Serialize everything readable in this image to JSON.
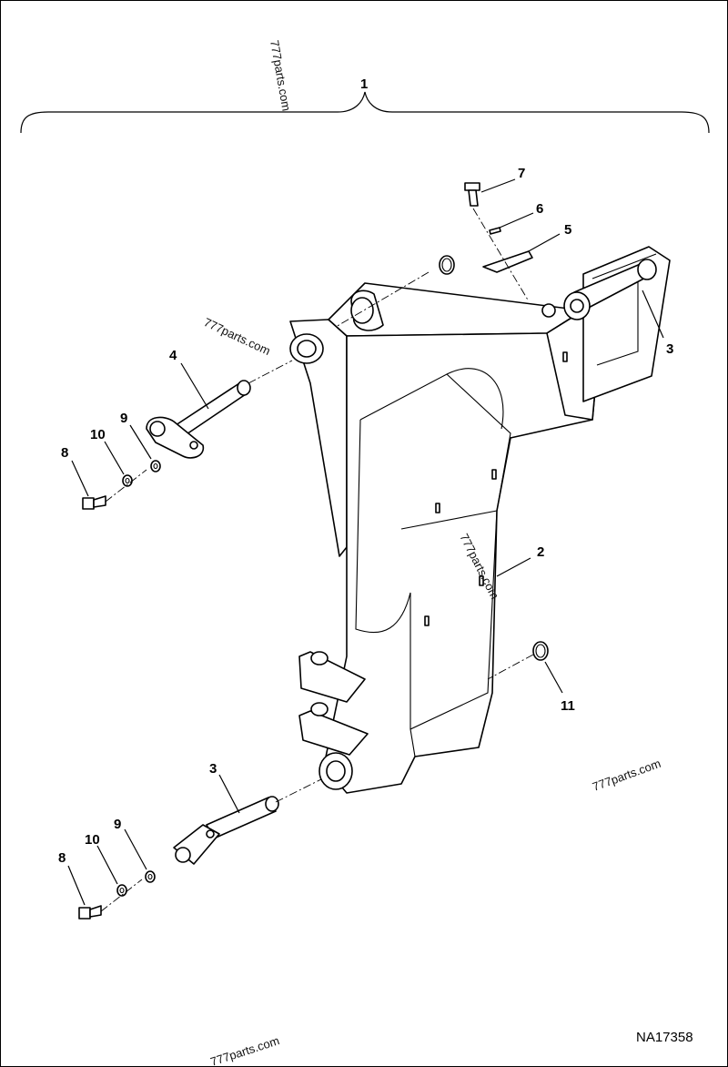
{
  "callouts": {
    "c1": "1",
    "c2": "2",
    "c3_top": "3",
    "c3_bottom": "3",
    "c4": "4",
    "c5": "5",
    "c6": "6",
    "c7": "7",
    "c8_top": "8",
    "c8_bottom": "8",
    "c9_top": "9",
    "c9_bottom": "9",
    "c10_top": "10",
    "c10_bottom": "10",
    "c11": "11"
  },
  "watermarks": {
    "w1": "777parts.com",
    "w2": "777parts.com",
    "w3": "777parts.com",
    "w4": "777parts.com",
    "w5": "777parts.com"
  },
  "document_id": "NA17358"
}
